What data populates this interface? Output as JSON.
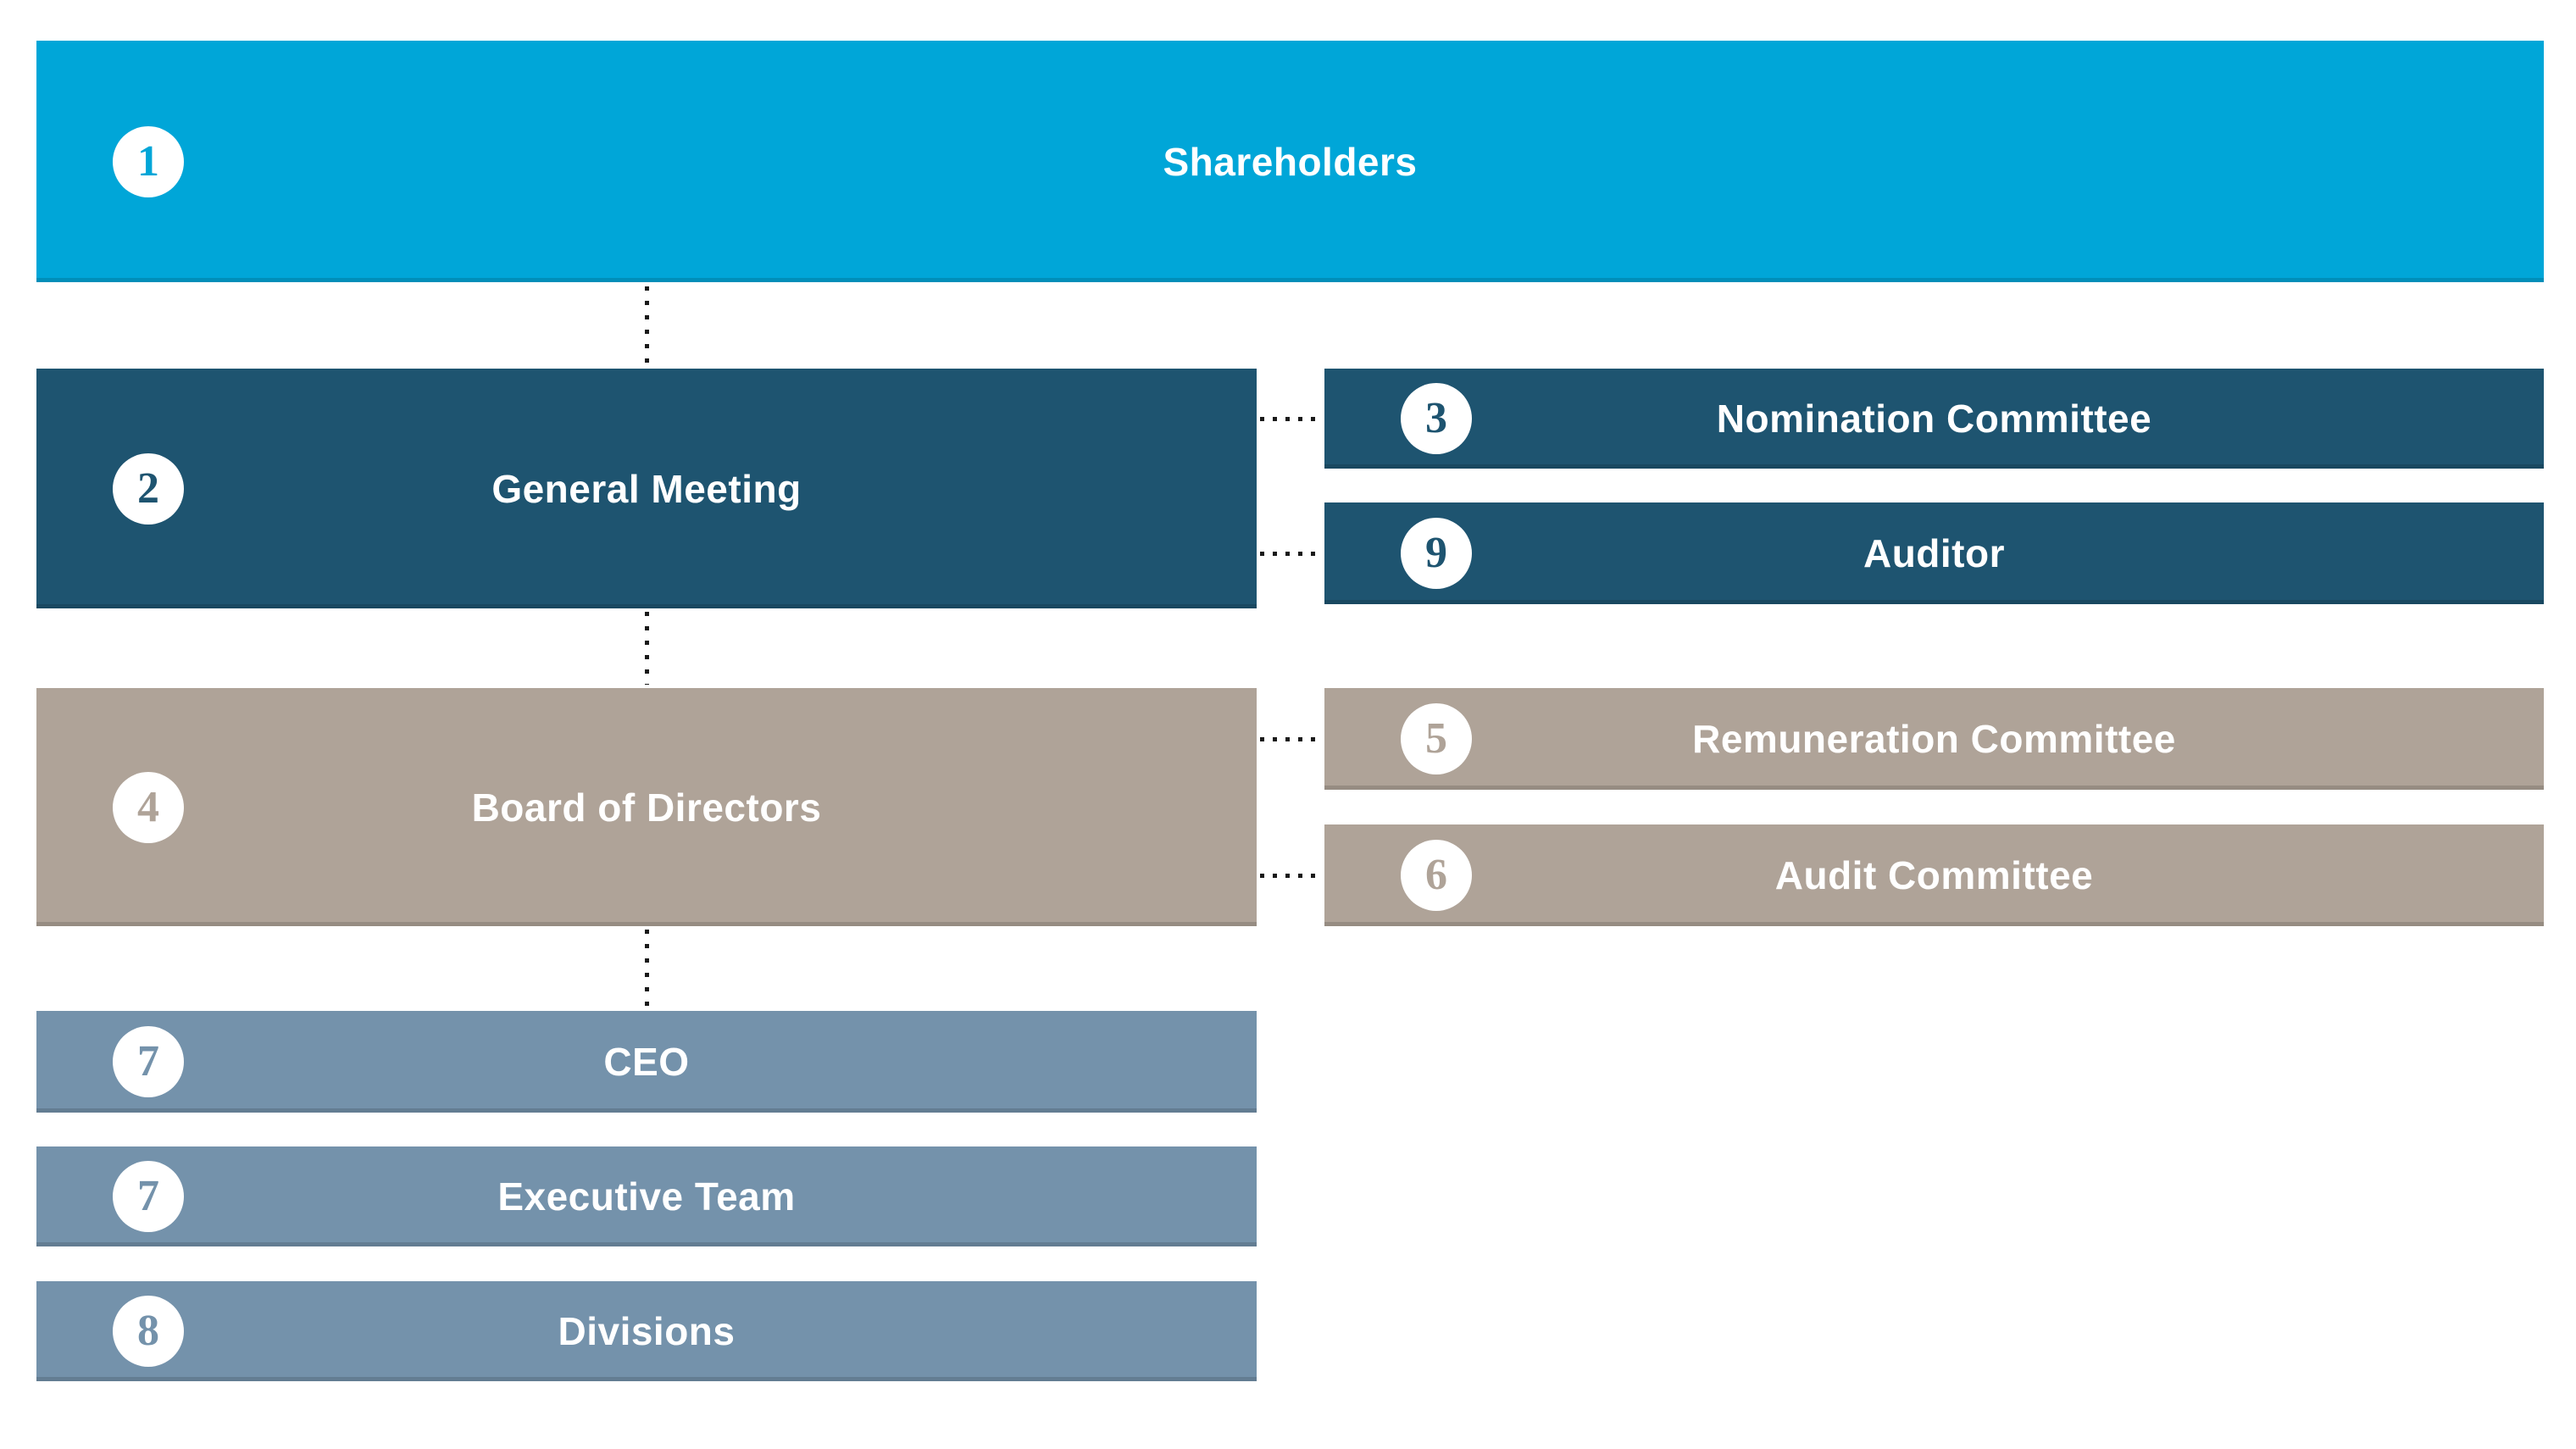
{
  "diagram": {
    "type": "governance-structure-org-chart",
    "boxes": {
      "shareholders": {
        "number": "1",
        "label": "Shareholders",
        "color_role": "cyan"
      },
      "general_meeting": {
        "number": "2",
        "label": "General Meeting",
        "color_role": "dark_blue"
      },
      "nomination_committee": {
        "number": "3",
        "label": "Nomination Committee",
        "color_role": "dark_blue"
      },
      "auditor": {
        "number": "9",
        "label": "Auditor",
        "color_role": "dark_blue"
      },
      "board_of_directors": {
        "number": "4",
        "label": "Board of Directors",
        "color_role": "tan"
      },
      "remuneration_committee": {
        "number": "5",
        "label": "Remuneration Committee",
        "color_role": "tan"
      },
      "audit_committee": {
        "number": "6",
        "label": "Audit Committee",
        "color_role": "tan"
      },
      "ceo": {
        "number": "7",
        "label": "CEO",
        "color_role": "gray_blue"
      },
      "executive_team": {
        "number": "7",
        "label": "Executive Team",
        "color_role": "gray_blue"
      },
      "divisions": {
        "number": "8",
        "label": "Divisions",
        "color_role": "gray_blue"
      }
    },
    "colors": {
      "cyan": "#00A6D8",
      "dark_blue": "#1E5470",
      "tan": "#AFA398",
      "gray_blue": "#7492AB",
      "label_text": "#FFFFFF",
      "badge_background": "#FFFFFF",
      "connector_dot": "#1A1A1A",
      "background": "#FFFFFF"
    }
  }
}
